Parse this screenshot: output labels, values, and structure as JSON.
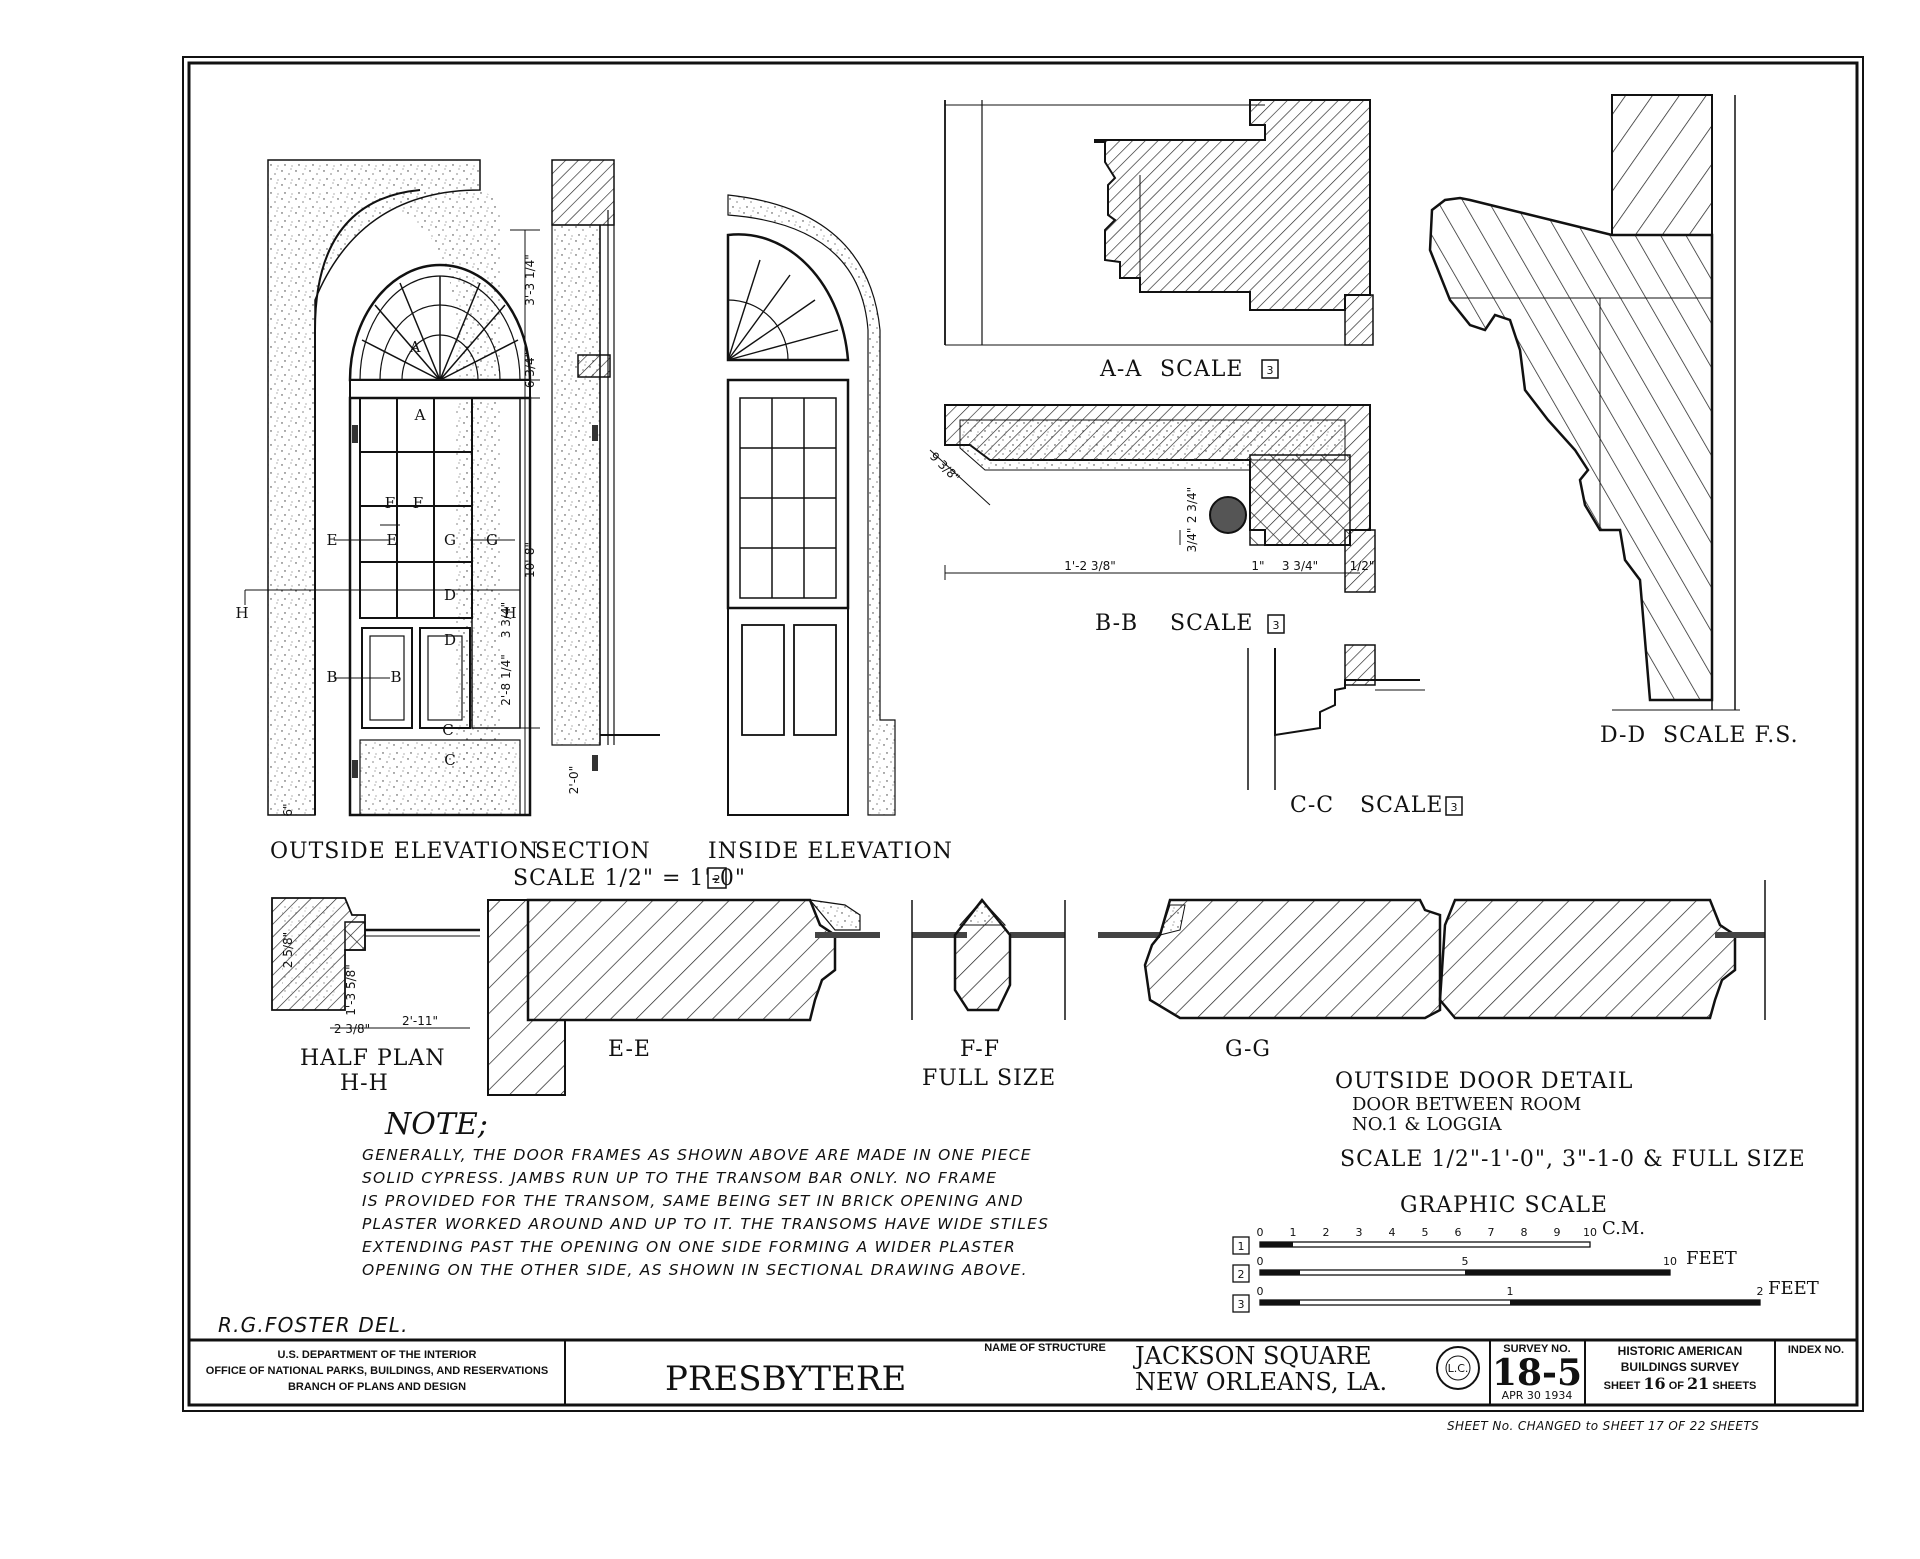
{
  "drawing": {
    "views": {
      "outside_elevation": "OUTSIDE ELEVATION",
      "section": "SECTION",
      "inside_elevation": "INSIDE ELEVATION",
      "elevation_scale": "SCALE 1/2\" = 1'-0\"",
      "elevation_scale_ref": "2",
      "aa": "A-A",
      "aa_scale": "SCALE",
      "aa_ref": "3",
      "bb": "B-B",
      "bb_scale": "SCALE",
      "bb_ref": "3",
      "cc": "C-C",
      "cc_scale": "SCALE",
      "cc_ref": "3",
      "dd": "D-D",
      "dd_scale": "SCALE F.S.",
      "half_plan": "HALF PLAN",
      "half_plan_ref": "H-H",
      "ee": "E-E",
      "ff": "F-F",
      "ff_scale": "FULL SIZE",
      "gg": "G-G"
    },
    "section_marks": [
      "A",
      "A",
      "F",
      "F",
      "E",
      "E",
      "G",
      "G",
      "H",
      "H",
      "D",
      "D",
      "B",
      "B",
      "C",
      "C"
    ],
    "dimensions": {
      "fanlight_height": "3'-3 1/4\"",
      "transom_bar": "6 3/4\"",
      "door_height": "10'-8\"",
      "rail": "3 3/4\"",
      "lower_panel": "2'-8 1/4\"",
      "base": "2'-0\"",
      "plinth": "6\"",
      "bb_width": "1'-2 3/8\"",
      "bb_1": "1\"",
      "bb_2": "3 3/4\"",
      "bb_3": "1/2\"",
      "bb_v1": "2 3/4\"",
      "bb_v2": "3/4\"",
      "bb_angle": "9 3/8\"",
      "hh_depth": "2 5/8\"",
      "hh_jamb": "1'-3 5/8\"",
      "hh_a": "2 3/8\"",
      "hh_width": "2'-11\""
    },
    "detail_title": "OUTSIDE DOOR DETAIL",
    "detail_subtitle_1": "DOOR BETWEEN ROOM",
    "detail_subtitle_2": "NO.1 & LOGGIA",
    "detail_scale": "SCALE 1/2\"-1'-0\", 3\"-1-0 & FULL SIZE",
    "graphic_scale": {
      "title": "GRAPHIC SCALE",
      "rows": [
        {
          "ref": "1",
          "ticks": [
            "0",
            "1",
            "2",
            "3",
            "4",
            "5",
            "6",
            "7",
            "8",
            "9",
            "10"
          ],
          "unit": "C.M."
        },
        {
          "ref": "2",
          "ticks": [
            "0",
            "5",
            "10"
          ],
          "unit": "FEET"
        },
        {
          "ref": "3",
          "ticks": [
            "0",
            "1",
            "2"
          ],
          "unit": "FEET"
        }
      ]
    },
    "note": {
      "title": "NOTE;",
      "lines": [
        "GENERALLY, THE DOOR FRAMES AS SHOWN ABOVE ARE MADE IN ONE PIECE",
        "SOLID CYPRESS. JAMBS RUN UP TO THE TRANSOM BAR ONLY. NO FRAME",
        "IS PROVIDED FOR THE TRANSOM, SAME BEING SET IN BRICK OPENING AND",
        "PLASTER WORKED AROUND AND UP TO IT. THE TRANSOMS HAVE WIDE STILES",
        "EXTENDING PAST THE OPENING ON ONE SIDE FORMING A WIDER PLASTER",
        "OPENING ON THE OTHER SIDE, AS SHOWN IN SECTIONAL DRAWING ABOVE."
      ]
    },
    "delineator": "R.G.FOSTER DEL."
  },
  "title_block": {
    "agency_1": "U.S. DEPARTMENT OF THE INTERIOR",
    "agency_2": "OFFICE OF NATIONAL PARKS, BUILDINGS, AND RESERVATIONS",
    "agency_3": "BRANCH OF PLANS AND DESIGN",
    "name_label": "NAME OF STRUCTURE",
    "structure": "PRESBYTERE",
    "location_1": "JACKSON SQUARE",
    "location_2": "NEW ORLEANS, LA.",
    "seal": "L.C.",
    "survey_label": "SURVEY NO.",
    "survey_no": "18-5",
    "survey_date": "APR 30 1934",
    "habs_1": "HISTORIC AMERICAN",
    "habs_2": "BUILDINGS SURVEY",
    "sheet_prefix": "SHEET",
    "sheet_no": "16",
    "sheet_of": "OF",
    "sheet_total": "21",
    "sheet_suffix": "SHEETS",
    "index_label": "INDEX NO.",
    "sheet_change": "SHEET No. CHANGED to SHEET 17 OF 22 SHEETS"
  }
}
